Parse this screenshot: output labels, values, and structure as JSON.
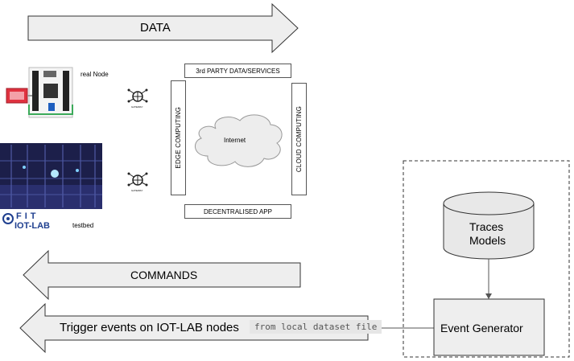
{
  "arrows": {
    "data_label": "DATA",
    "commands_label": "COMMANDS",
    "trigger_label": "Trigger events on IOT-LAB nodes",
    "trigger_tag": "from local dataset file"
  },
  "left_panel": {
    "real_node_label": "real Node",
    "testbed_label": "testbed",
    "logo_line1": "FIT",
    "logo_line2": "IOT-LAB",
    "gateway_label": "GATEWAY"
  },
  "architecture": {
    "top_box": "3rd PARTY DATA/SERVICES",
    "left_box": "EDGE COMPUTING",
    "right_box": "CLOUD  COMPUTING",
    "bottom_box": "DECENTRALISED APP",
    "cloud_label": "Internet"
  },
  "generator": {
    "db_line1": "Traces",
    "db_line2": "Models",
    "box_label": "Event Generator"
  },
  "colors": {
    "arrow_fill": "#eeeeee",
    "arrow_stroke": "#333333",
    "board_red": "#e0323f",
    "testbed_bg": "#1c1f4a",
    "logo_blue": "#1f3f8f"
  }
}
